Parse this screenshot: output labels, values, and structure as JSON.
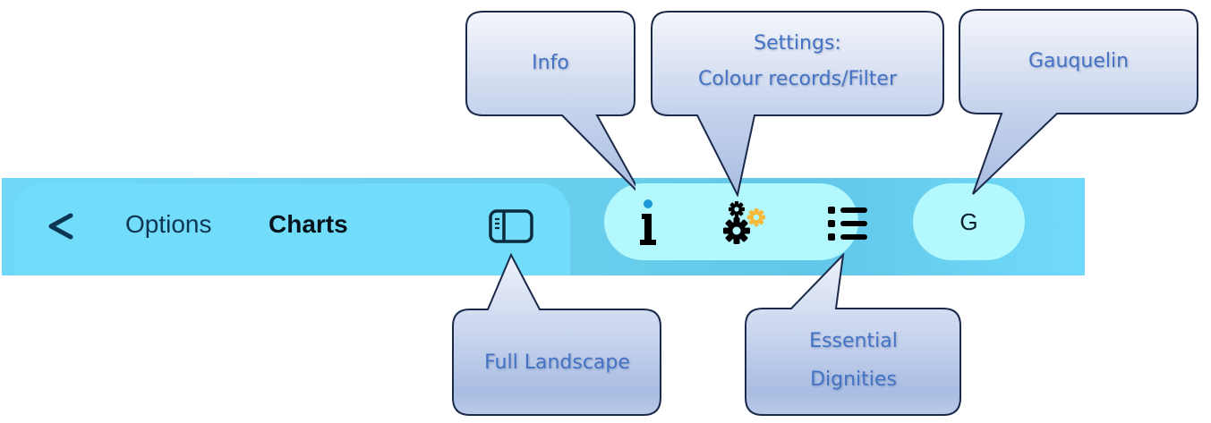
{
  "toolbar": {
    "back_icon": "chevron-left-icon",
    "options_label": "Options",
    "charts_label": "Charts",
    "landscape_icon": "sidebar-panel-icon",
    "info_icon": "info-icon",
    "settings_icon": "gears-icon",
    "dignities_icon": "list-icon",
    "gauquelin_label": "G"
  },
  "colors": {
    "toolbar_bg": "#6fd8f8",
    "panel_bg": "#72dcfb",
    "pill_bg": "#b2f8fd",
    "info_dot": "#1a9bd7",
    "gear_accent": "#f8b838",
    "callout_text": "#4472c4",
    "callout_border": "#1b2a4a"
  },
  "callouts": {
    "info": "Info",
    "settings_line1": "Settings:",
    "settings_line2": "Colour records/Filter",
    "gauquelin": "Gauquelin",
    "full_landscape": "Full Landscape",
    "essential_line1": "Essential",
    "essential_line2": "Dignities"
  }
}
